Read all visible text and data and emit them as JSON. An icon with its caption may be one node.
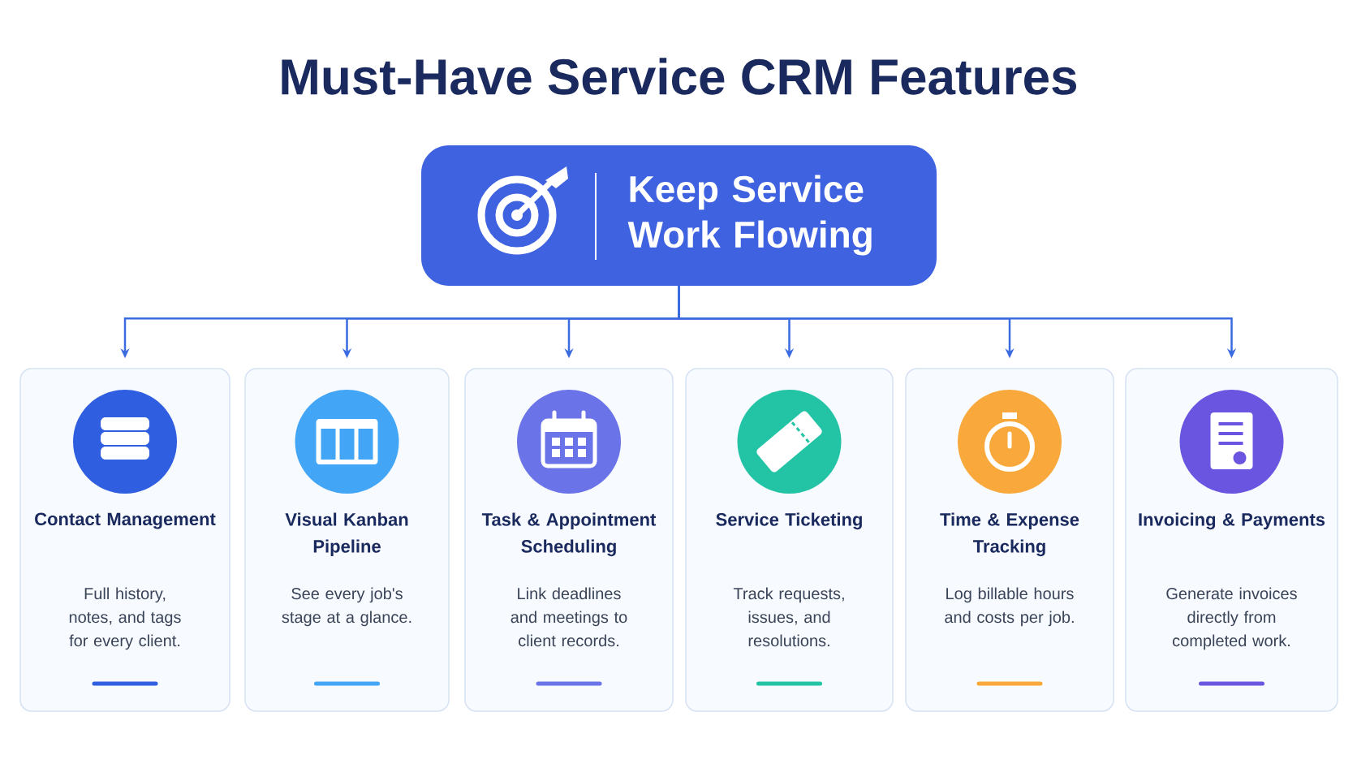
{
  "diagram": {
    "title": "Must-Have Service CRM Features",
    "nodes": [
      {
        "text": [
          "Keep Service Work Flowing"
        ]
      },
      {
        "text": [
          "Contact Management",
          "Full history, notes, and tags for every client."
        ]
      },
      {
        "text": [
          "Visual Kanban Pipeline",
          "See every job's stage at a glance."
        ]
      },
      {
        "text": [
          "Task & Appointment Scheduling",
          "Link deadlines and meetings to client records."
        ]
      },
      {
        "text": [
          "Service Ticketing",
          "Track requests, issues, and resolutions."
        ]
      },
      {
        "text": [
          "Time & Expense Tracking",
          "Log billable hours and costs per job."
        ]
      },
      {
        "text": [
          "Invoicing & Payments",
          "Generate invoices directly from completed work."
        ]
      }
    ],
    "edges": [
      {
        "from": 0,
        "to": 1,
        "arrow": "to"
      },
      {
        "from": 0,
        "to": 2,
        "arrow": "to"
      },
      {
        "from": 0,
        "to": 3,
        "arrow": "to"
      },
      {
        "from": 0,
        "to": 4,
        "arrow": "to"
      },
      {
        "from": 0,
        "to": 5,
        "arrow": "to"
      },
      {
        "from": 0,
        "to": 6,
        "arrow": "to"
      }
    ]
  }
}
